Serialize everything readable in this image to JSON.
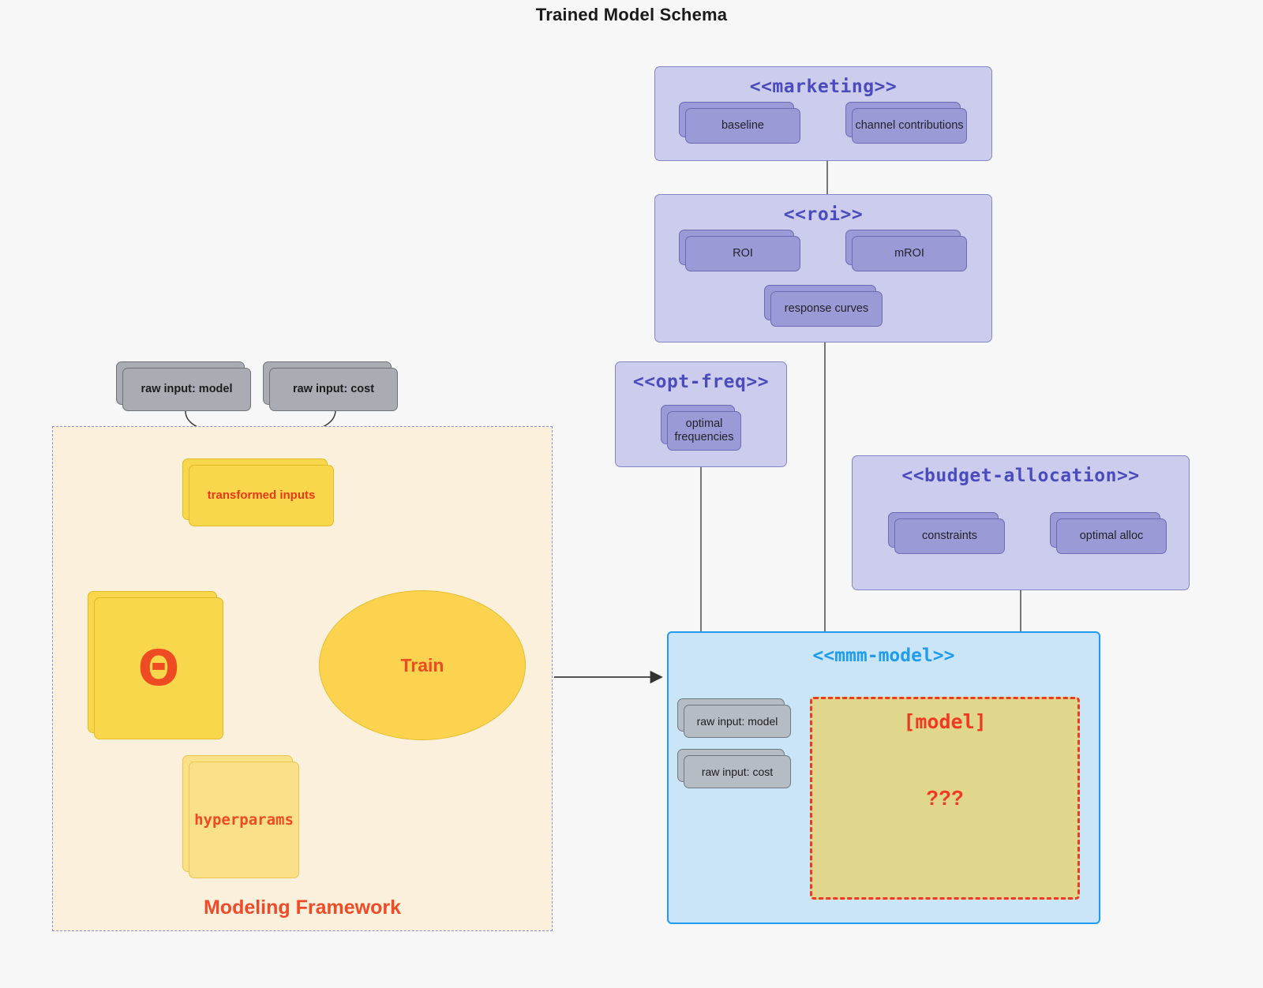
{
  "title": "Trained Model Schema",
  "colors": {
    "background": "#f7f7f7",
    "package_fill": "#ccccec",
    "package_border": "#8585c9",
    "package_title": "#4b4bbd",
    "node_violet": "#9a9ad6",
    "node_gray": "#a9adb3",
    "node_yellow": "#f9d74d",
    "accent_red": "#ef4b22",
    "mmm_fill": "#cbe5f8",
    "mmm_border": "#1e9cf0",
    "model_fill": "#e0d68c",
    "framework_fill": "#faf0dc",
    "framework_border": "#8e8ed2"
  },
  "packages": {
    "marketing": {
      "title": "<<marketing>>",
      "nodes": [
        {
          "label": "baseline"
        },
        {
          "label": "channel contributions"
        }
      ]
    },
    "roi": {
      "title": "<<roi>>",
      "nodes": [
        {
          "label": "ROI"
        },
        {
          "label": "mROI"
        },
        {
          "label": "response curves"
        }
      ]
    },
    "opt_freq": {
      "title": "<<opt-freq>>",
      "nodes": [
        {
          "label": "optimal\nfrequencies",
          "line1": "optimal",
          "line2": "frequencies"
        }
      ]
    },
    "budget_allocation": {
      "title": "<<budget-allocation>>",
      "nodes": [
        {
          "label": "constraints"
        },
        {
          "label": "optimal alloc"
        }
      ]
    },
    "mmm_model": {
      "title": "<<mmm-model>>",
      "inputs": [
        {
          "label": "raw input: model"
        },
        {
          "label": "raw input: cost"
        }
      ],
      "model_box": {
        "label": "[model]",
        "question": "???"
      }
    }
  },
  "framework": {
    "label": "Modeling Framework",
    "raw_inputs": [
      {
        "label": "raw input: model"
      },
      {
        "label": "raw input: cost"
      }
    ],
    "transformed_inputs": {
      "label": "transformed inputs"
    },
    "theta": {
      "label": "Θ"
    },
    "hyperparams": {
      "label": "hyperparams"
    },
    "train": {
      "label": "Train"
    }
  },
  "edges": [
    {
      "from": "raw input: model",
      "to": "transformed inputs",
      "style": "curved-arrow"
    },
    {
      "from": "raw input: cost",
      "to": "transformed inputs",
      "style": "curved-arrow"
    },
    {
      "from": "transformed inputs",
      "to": "Train",
      "style": "curved-arrow-red"
    },
    {
      "from": "Θ",
      "to": "Train",
      "style": "arrow-red"
    },
    {
      "from": "hyperparams",
      "to": "Train",
      "style": "curved-arrow-red"
    },
    {
      "from": "Train",
      "to": "<<mmm-model>>",
      "style": "arrow"
    },
    {
      "from": "baseline",
      "to": "channel contributions",
      "style": "bidirectional"
    },
    {
      "from": "ROI",
      "to": "mROI",
      "style": "bidirectional"
    },
    {
      "from": "constraints",
      "to": "optimal alloc",
      "style": "bidirectional"
    },
    {
      "from": "<<marketing>>",
      "to": "<<roi>>",
      "style": "line"
    },
    {
      "from": "<<roi>>",
      "to": "<<mmm-model>>",
      "style": "line"
    },
    {
      "from": "<<opt-freq>>",
      "to": "<<mmm-model>>",
      "style": "line"
    },
    {
      "from": "<<budget-allocation>>",
      "to": "<<mmm-model>>",
      "style": "line"
    }
  ]
}
